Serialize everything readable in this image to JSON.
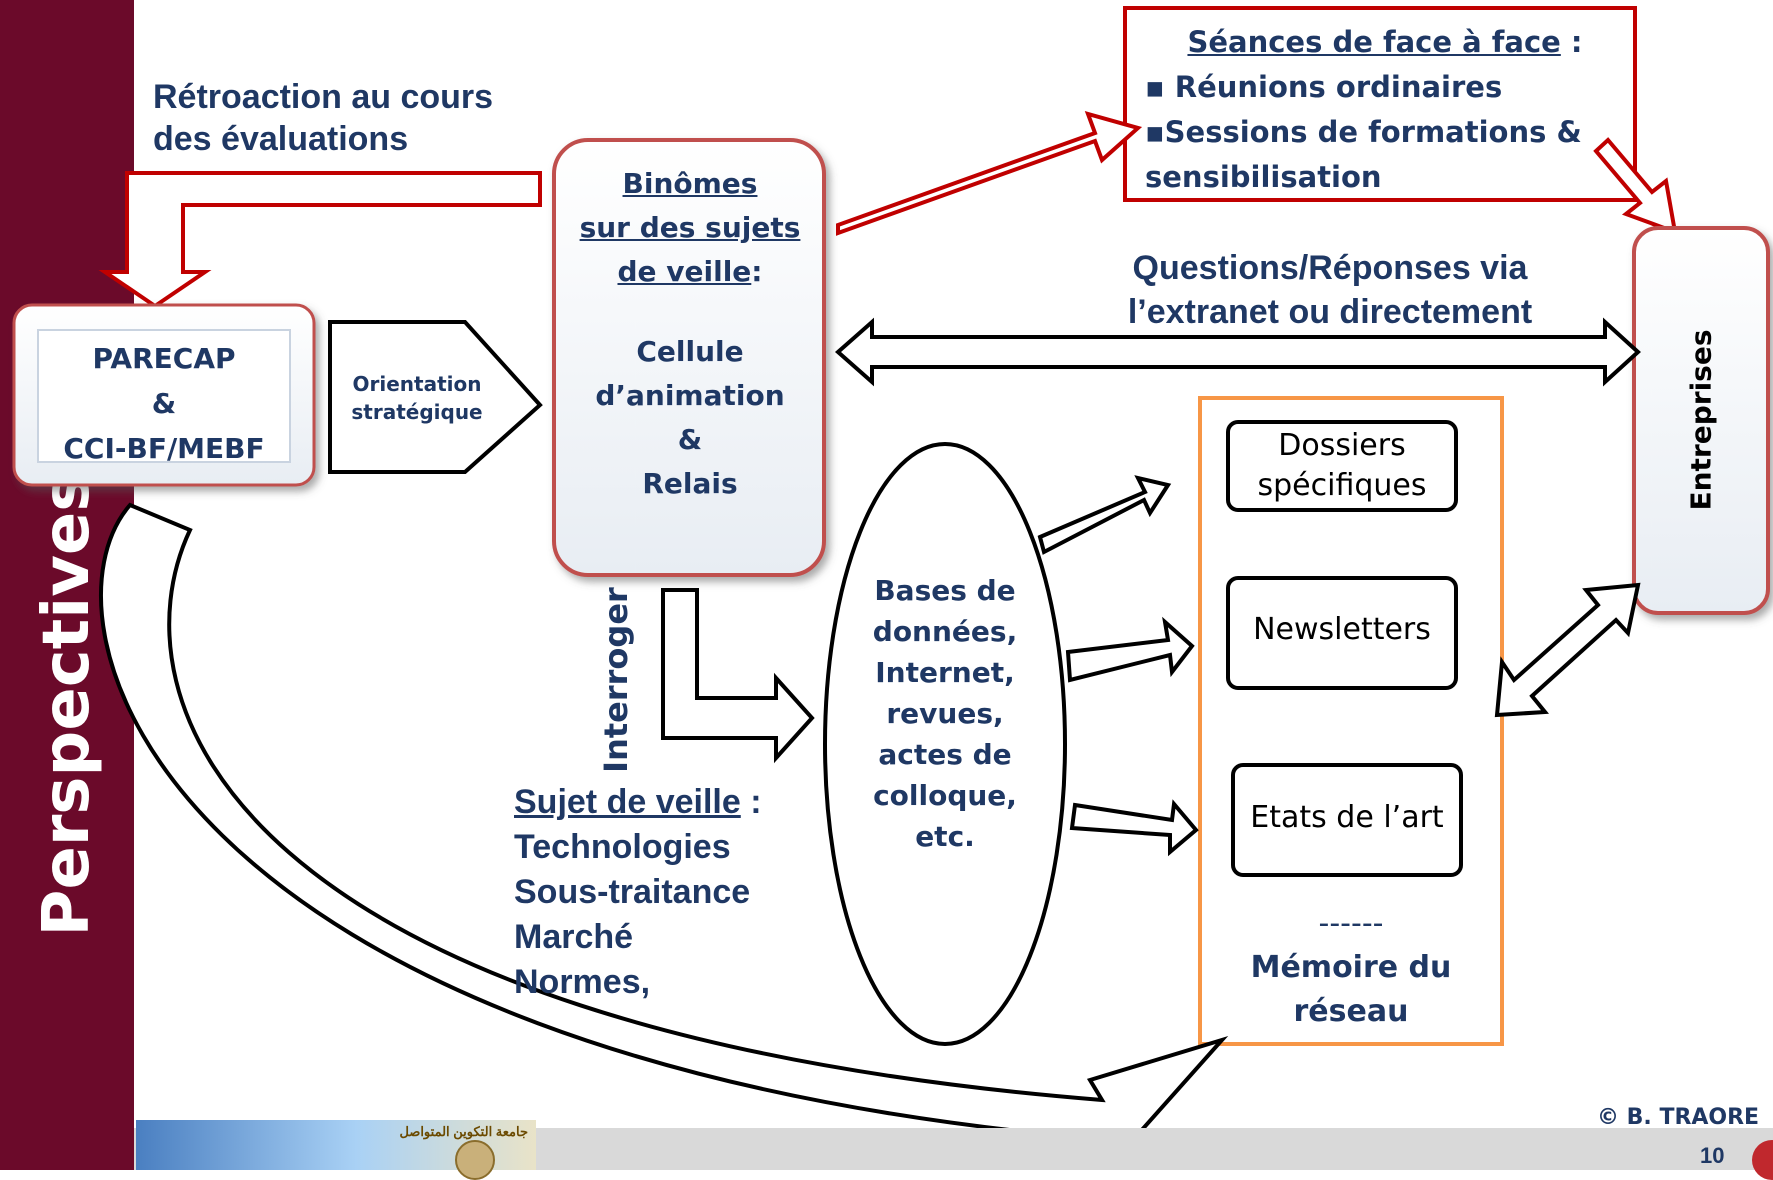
{
  "sidebar": {
    "title": "Perspectives"
  },
  "retroaction": {
    "line1": "Rétroaction au cours",
    "line2": "des évaluations"
  },
  "parecap": {
    "line1": "PARECAP",
    "line2": "&",
    "line3": "CCI-BF/MEBF"
  },
  "orientation": {
    "line1": "Orientation",
    "line2": "stratégique"
  },
  "binomes": {
    "title1": "Binômes",
    "title2": "sur des sujets",
    "title3": "de veille",
    "colon": ":",
    "cell1": "Cellule",
    "cell2": "d’animation",
    "cell3": "&",
    "cell4": "Relais"
  },
  "seances": {
    "title": "Séances de face à face",
    "colon": " :",
    "item1": "▪ Réunions ordinaires",
    "item2": "▪Sessions de formations &",
    "item3": "sensibilisation"
  },
  "questions": {
    "line1": "Questions/Réponses via",
    "line2": "l’extranet ou directement"
  },
  "entreprises": {
    "label": "Entreprises"
  },
  "interroger": {
    "label": "Interroger"
  },
  "bases": {
    "lines": [
      "Bases de",
      "données,",
      "Internet,",
      "revues,",
      "actes de",
      "colloque,",
      "etc."
    ]
  },
  "sujet": {
    "title": "Sujet de veille",
    "colon": " :",
    "items": [
      "Technologies",
      "Sous-traitance",
      "Marché",
      "Normes,"
    ]
  },
  "memoire": {
    "box1": [
      "Dossiers",
      "spécifiques"
    ],
    "box2": "Newsletters",
    "box3": "Etats de l’art",
    "dashes": "------",
    "label1": "Mémoire du",
    "label2": "réseau"
  },
  "footer": {
    "copyright": "© B. TRAORE",
    "page": "10",
    "logo_text": "جامعة التكوين المتواصل"
  },
  "colors": {
    "sidebar": "#6b0a2a",
    "red_frame": "#c00000",
    "orange_frame": "#f79646",
    "text_navy": "#1f3864"
  }
}
